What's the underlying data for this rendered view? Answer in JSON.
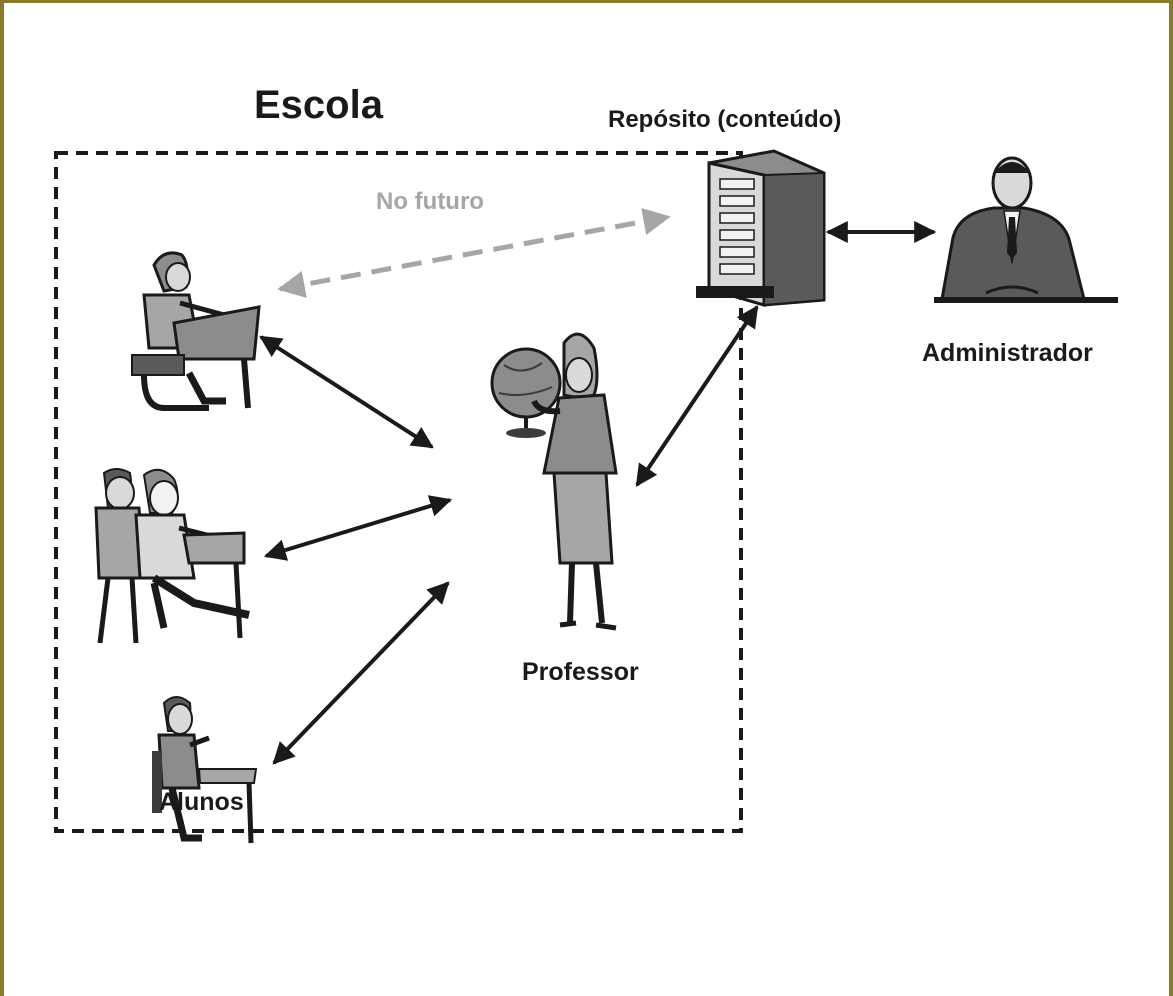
{
  "labels": {
    "school": "Escola",
    "repository": "Repósito (conteúdo)",
    "future": "No futuro",
    "administrator": "Administrador",
    "teacher": "Professor",
    "students": "Alunos"
  },
  "colors": {
    "frame": "#8a7a2a",
    "arrow": "#1a1a1a",
    "future_arrow": "#a6a6a6",
    "figure_fill": "#8c8c8c",
    "figure_dark": "#3c3c3c"
  },
  "icons": [
    "server-icon",
    "administrator-icon",
    "teacher-with-globe-icon",
    "student-at-desk-icon",
    "two-students-icon",
    "seated-student-icon"
  ]
}
